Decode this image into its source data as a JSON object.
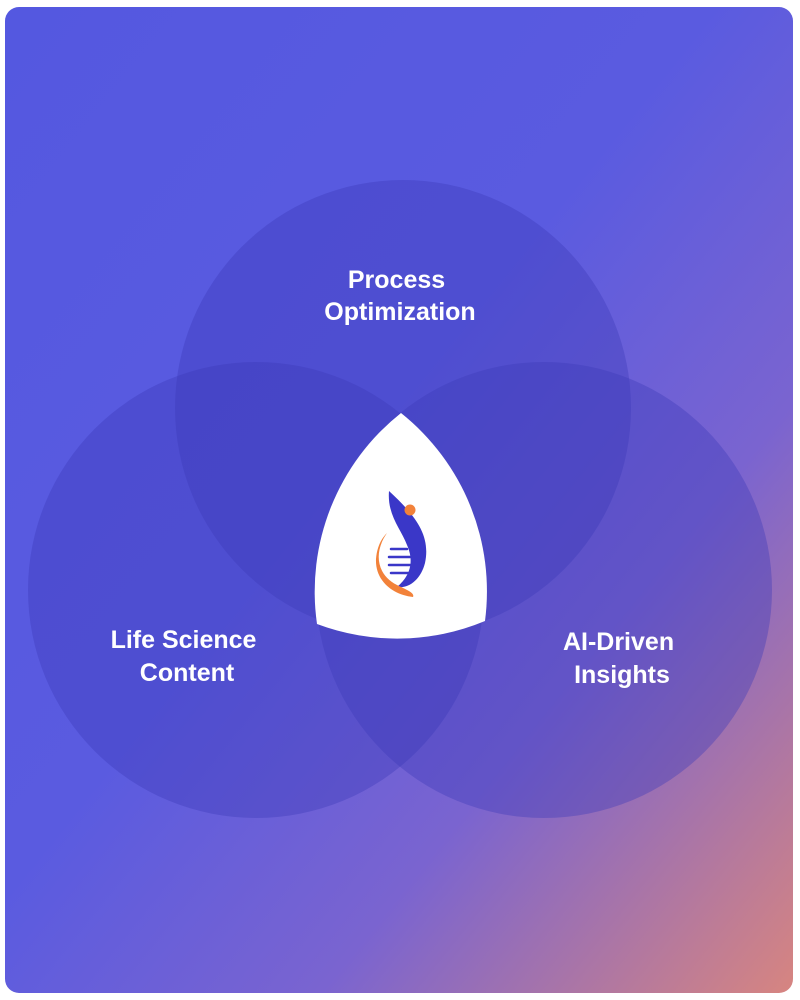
{
  "colors": {
    "gradient_start": "#5458e0",
    "gradient_mid": "#7a64d0",
    "gradient_end": "#d78580",
    "circle_fill": "#3d3bb8",
    "center_fill": "#ffffff",
    "logo_blue": "#3a37c8",
    "logo_orange": "#f2823a"
  },
  "venn": {
    "sets": [
      {
        "label_lines": [
          "Process",
          "Optimization"
        ]
      },
      {
        "label_lines": [
          "Life Science",
          "Content"
        ]
      },
      {
        "label_lines": [
          "AI-Driven",
          "Insights"
        ]
      }
    ],
    "center": {
      "icon": "dna-helix-icon"
    }
  }
}
